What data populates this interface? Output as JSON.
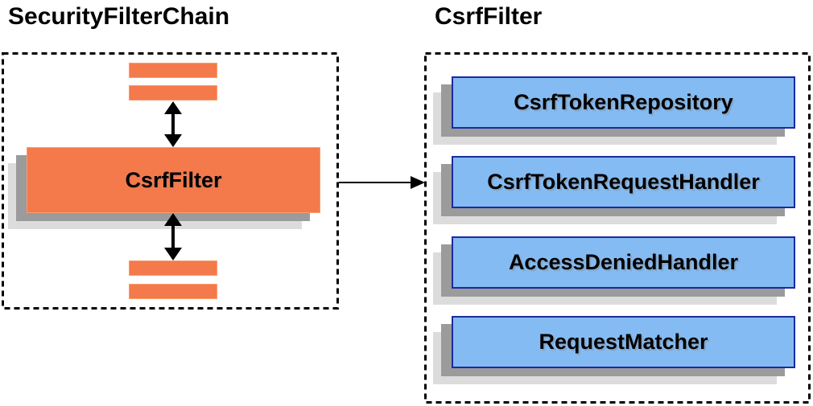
{
  "diagram": {
    "left_panel": {
      "title": "SecurityFilterChain",
      "main_box_label": "CsrfFilter"
    },
    "right_panel": {
      "title": "CsrfFilter",
      "components": [
        "CsrfTokenRepository",
        "CsrfTokenRequestHandler",
        "AccessDeniedHandler",
        "RequestMatcher"
      ]
    },
    "colors": {
      "orange_fill": "#f4794b",
      "orange_border": "#fa9c6c",
      "blue_fill": "#84bbf3",
      "blue_border": "#1b2b9e",
      "shadow_dark": "#9b9b9b",
      "shadow_light": "#dcdcdc",
      "line": "#000000"
    }
  }
}
